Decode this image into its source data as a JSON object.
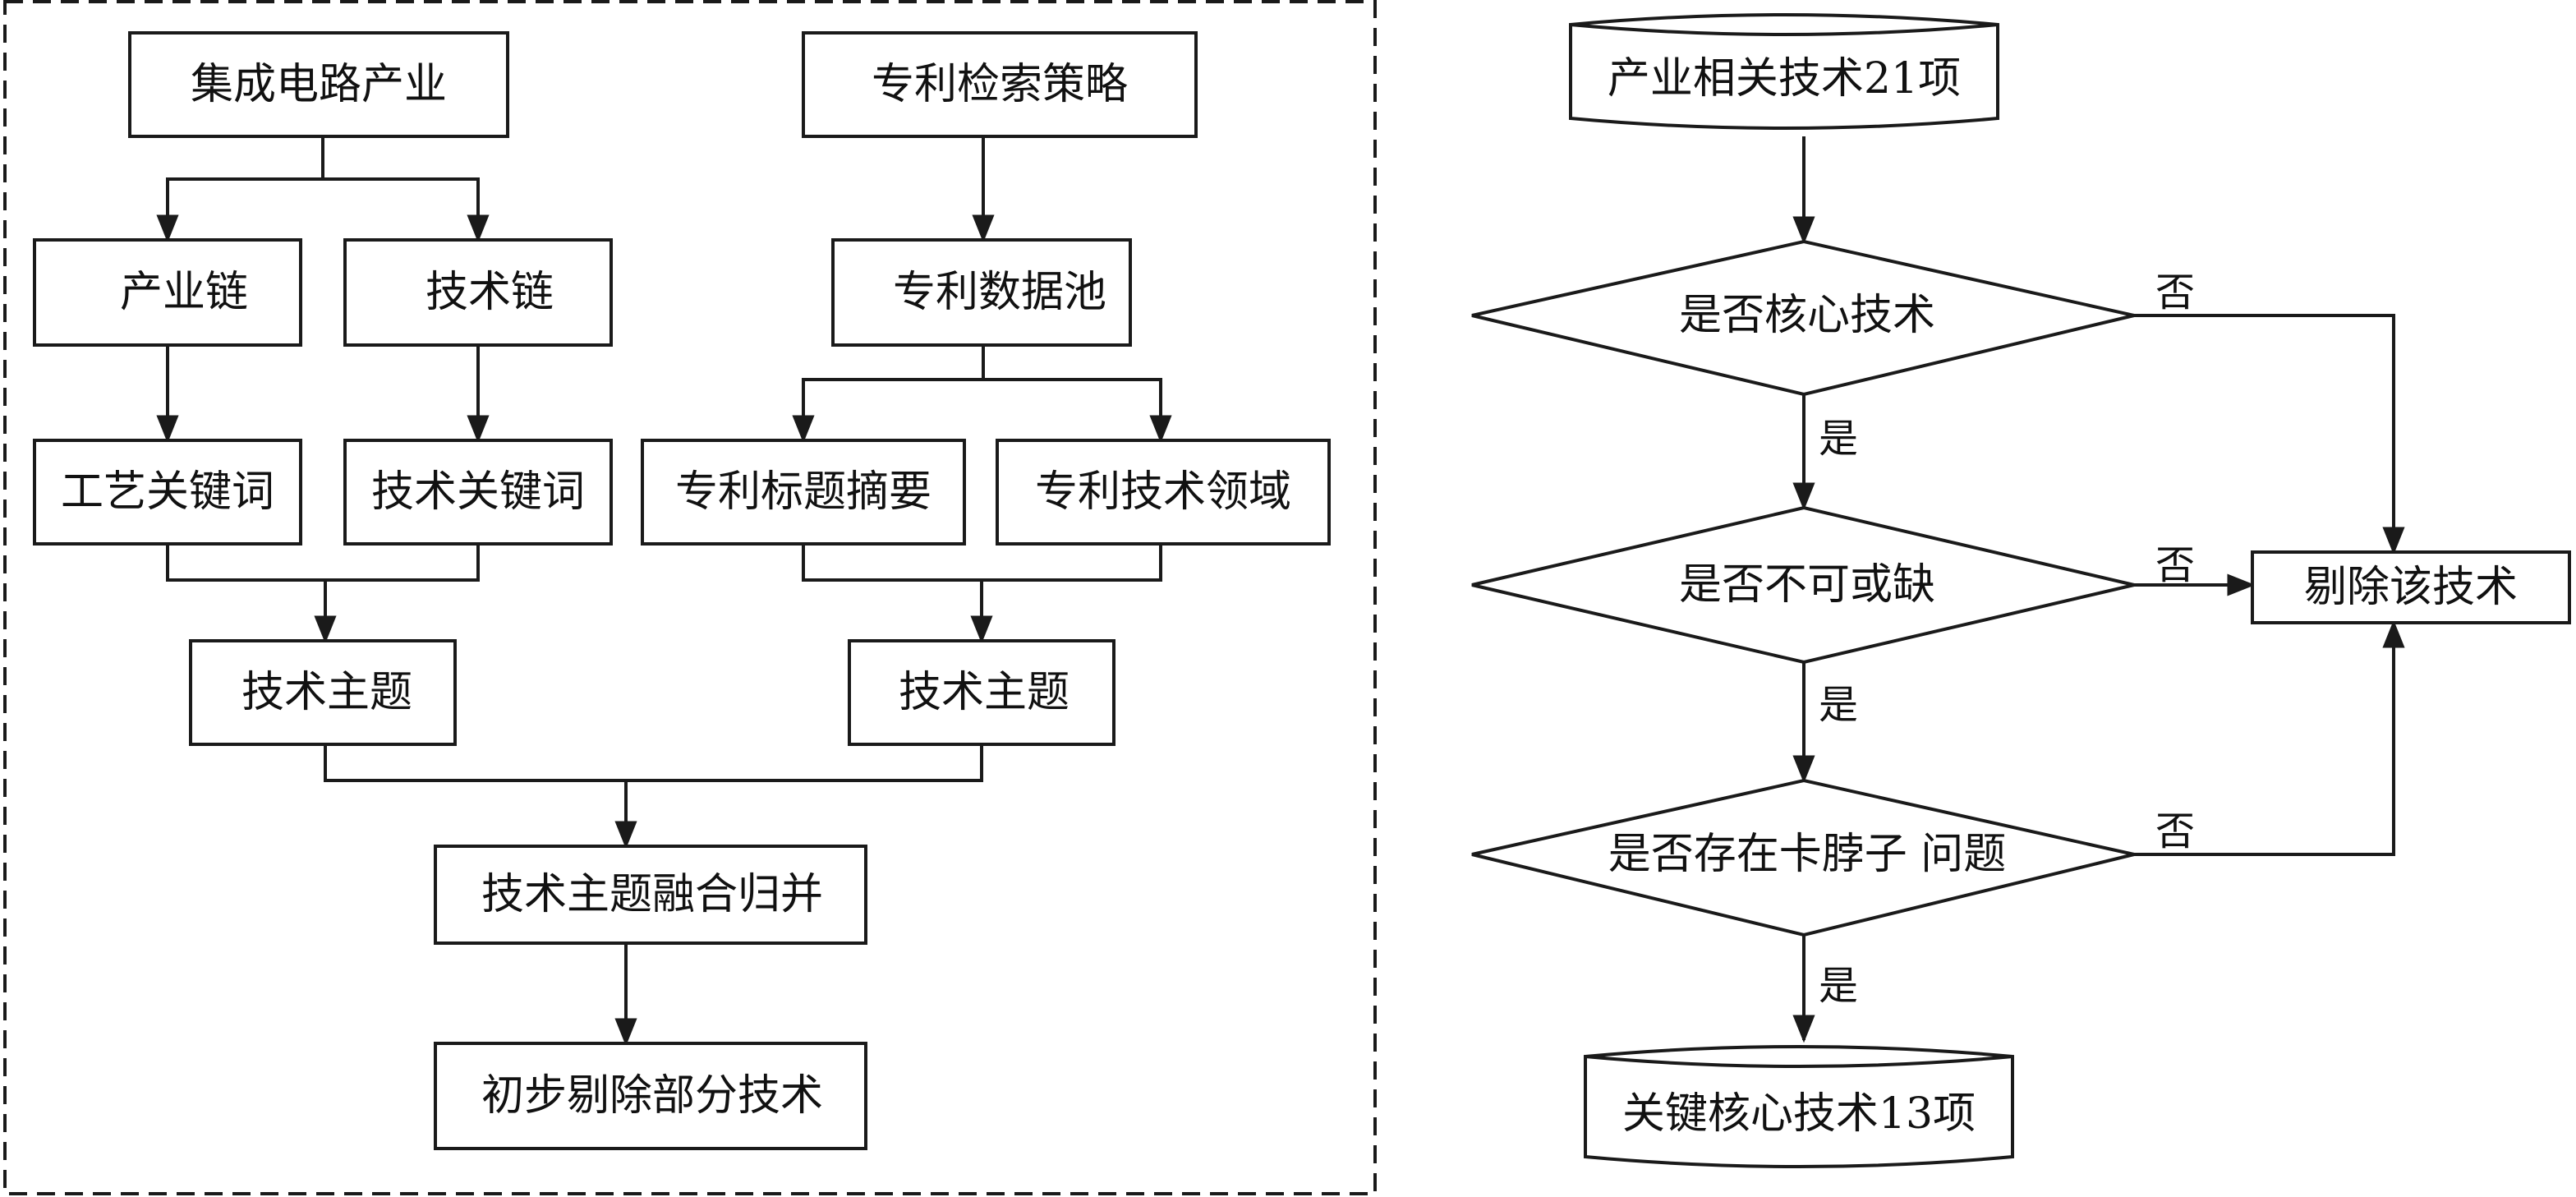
{
  "left_flow": {
    "nodes": {
      "ic_industry": "集成电路产业",
      "patent_strategy": "专利检索策略",
      "industry_chain": "产业链",
      "tech_chain": "技术链",
      "patent_pool": "专利数据池",
      "process_keywords": "工艺关键词",
      "tech_keywords": "技术关键词",
      "patent_title_abstract": "专利标题摘要",
      "patent_tech_field": "专利技术领域",
      "tech_topic_left": "技术主题",
      "tech_topic_right": "技术主题",
      "topic_merge": "技术主题融合归并",
      "initial_removal": "初步剔除部分技术"
    }
  },
  "right_flow": {
    "nodes": {
      "start": "产业相关技术21项",
      "is_core": "是否核心技术",
      "is_indispensable": "是否不可或缺",
      "is_chokepoint": "是否存在卡脖子 问题",
      "remove_tech": "剔除该技术",
      "end": "关键核心技术13项"
    },
    "edge_labels": {
      "yes_1": "是",
      "yes_2": "是",
      "yes_3": "是",
      "no_1": "否",
      "no_2": "否",
      "no_3": "否"
    }
  }
}
